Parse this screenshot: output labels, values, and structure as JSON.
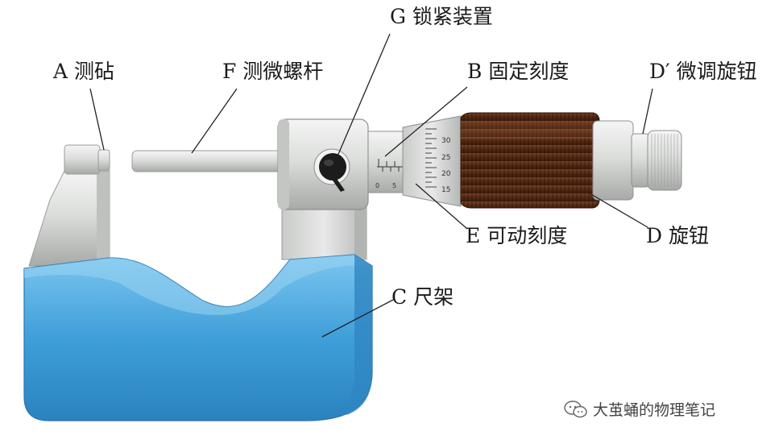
{
  "labels": {
    "a": "A 测砧",
    "f": "F 测微螺杆",
    "g": "G 锁紧装置",
    "b": "B 固定刻度",
    "d_prime": "D′ 微调旋钮",
    "e": "E 可动刻度",
    "d": "D 旋钮",
    "c": "C 尺架"
  },
  "sleeve_scale": [
    "0",
    "5"
  ],
  "thimble_scale": [
    "30",
    "25",
    "20",
    "15"
  ],
  "watermark": {
    "text": "大茧蛹的物理笔记",
    "icon": "wechat-icon"
  },
  "colors": {
    "frame": "#3a98d4",
    "frame_light": "#6bbbe8",
    "knob": "#5a2c14",
    "metal": "#d9dbd9",
    "metal_shadow": "#a9aba9"
  }
}
